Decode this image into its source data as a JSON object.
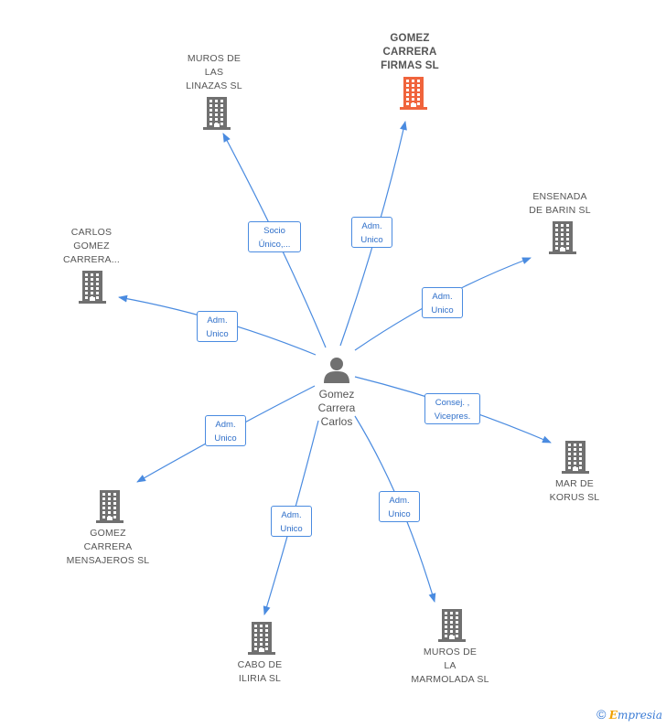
{
  "center": {
    "label": "Gomez\nCarrera\nCarlos"
  },
  "nodes": [
    {
      "id": "gomez-carrera-firmas",
      "label": "GOMEZ\nCARRERA\nFIRMAS SL",
      "highlight": true,
      "color": "#f0643c"
    },
    {
      "id": "muros-linazas",
      "label": "MUROS DE\nLAS\nLINAZAS  SL",
      "color": "#707070"
    },
    {
      "id": "ensenada-barin",
      "label": "ENSENADA\nDE BARIN SL",
      "color": "#707070"
    },
    {
      "id": "carlos-gomez-carrera",
      "label": "CARLOS\nGOMEZ\nCARRERA...",
      "color": "#707070"
    },
    {
      "id": "mar-de-korus",
      "label": "MAR DE\nKORUS SL",
      "color": "#707070"
    },
    {
      "id": "gomez-carrera-mensajeros",
      "label": "GOMEZ\nCARRERA\nMENSAJEROS SL",
      "color": "#707070"
    },
    {
      "id": "cabo-de-iliria",
      "label": "CABO DE\nILIRIA  SL",
      "color": "#707070"
    },
    {
      "id": "muros-marmolada",
      "label": "MUROS DE\nLA\nMARMOLADA SL",
      "color": "#707070"
    }
  ],
  "edges": [
    {
      "to": "gomez-carrera-firmas",
      "label": "Adm.\nUnico"
    },
    {
      "to": "muros-linazas",
      "label": "Socio\nÚnico,..."
    },
    {
      "to": "ensenada-barin",
      "label": "Adm.\nUnico"
    },
    {
      "to": "carlos-gomez-carrera",
      "label": "Adm.\nUnico"
    },
    {
      "to": "mar-de-korus",
      "label": "Consej. ,\nVicepres."
    },
    {
      "to": "gomez-carrera-mensajeros",
      "label": "Adm.\nUnico"
    },
    {
      "to": "cabo-de-iliria",
      "label": "Adm.\nUnico"
    },
    {
      "to": "muros-marmolada",
      "label": "Adm.\nUnico"
    }
  ],
  "colors": {
    "edge": "#4a8be0",
    "building": "#707070",
    "highlight": "#f0643c"
  },
  "footer": {
    "copyright": "©",
    "brand_first": "E",
    "brand_rest": "mpresia"
  }
}
